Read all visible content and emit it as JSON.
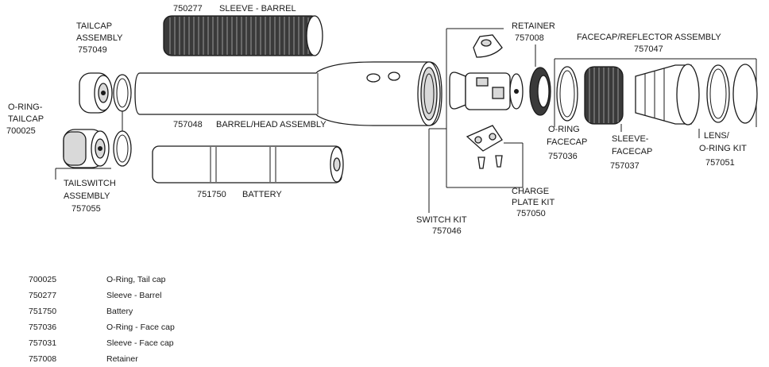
{
  "diagram": {
    "labels": {
      "sleeve_barrel_num": "750277",
      "sleeve_barrel": "SLEEVE - BARREL",
      "tailcap_1": "TAILCAP",
      "tailcap_2": "ASSEMBLY",
      "tailcap_num": "757049",
      "oring_tailcap_1": "O-RING-",
      "oring_tailcap_2": "TAILCAP",
      "oring_tailcap_num": "700025",
      "barrel_num": "757048",
      "barrel": "BARREL/HEAD ASSEMBLY",
      "tailswitch_1": "TAILSWITCH",
      "tailswitch_2": "ASSEMBLY",
      "tailswitch_num": "757055",
      "battery_num": "751750",
      "battery": "BATTERY",
      "retainer": "RETAINER",
      "retainer_num": "757008",
      "facecap_assembly": "FACECAP/REFLECTOR ASSEMBLY",
      "facecap_assembly_num": "757047",
      "oring_facecap_1": "O-RING",
      "oring_facecap_2": "FACECAP",
      "oring_facecap_num": "757036",
      "sleeve_facecap_1": "SLEEVE-",
      "sleeve_facecap_2": "FACECAP",
      "sleeve_facecap_num": "757037",
      "lens_1": "LENS/",
      "lens_2": "O-RING KIT",
      "lens_num": "757051",
      "charge_1": "CHARGE",
      "charge_2": "PLATE KIT",
      "charge_num": "757050",
      "switch_kit": "SWITCH KIT",
      "switch_kit_num": "757046"
    }
  },
  "parts_list": [
    {
      "number": "700025",
      "description": "O-Ring, Tail cap"
    },
    {
      "number": "750277",
      "description": "Sleeve - Barrel"
    },
    {
      "number": "751750",
      "description": "Battery"
    },
    {
      "number": "757036",
      "description": "O-Ring - Face cap"
    },
    {
      "number": "757031",
      "description": "Sleeve - Face cap"
    },
    {
      "number": "757008",
      "description": "Retainer"
    }
  ]
}
